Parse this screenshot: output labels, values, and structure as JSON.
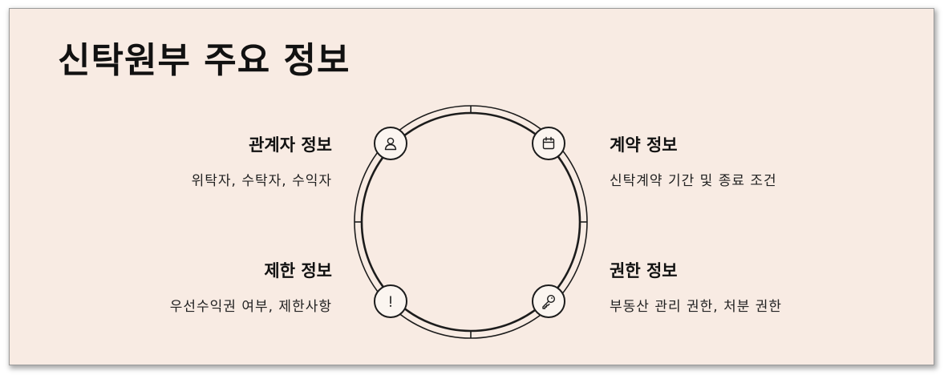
{
  "title": "신탁원부 주요 정보",
  "sections": {
    "parties": {
      "heading": "관계자 정보",
      "description": "위탁자, 수탁자, 수익자",
      "icon": "person-icon"
    },
    "contract": {
      "heading": "계약 정보",
      "description": "신탁계약 기간 및 종료 조건",
      "icon": "calendar-icon"
    },
    "restrictions": {
      "heading": "제한 정보",
      "description": "우선수익권 여부, 제한사항",
      "icon": "exclamation-icon"
    },
    "rights": {
      "heading": "권한 정보",
      "description": "부동산 관리 권한, 처분 권한",
      "icon": "key-icon"
    }
  },
  "colors": {
    "background": "#f8ebe3",
    "ink": "#1c1c1c",
    "node_fill": "#fbf5f0"
  }
}
